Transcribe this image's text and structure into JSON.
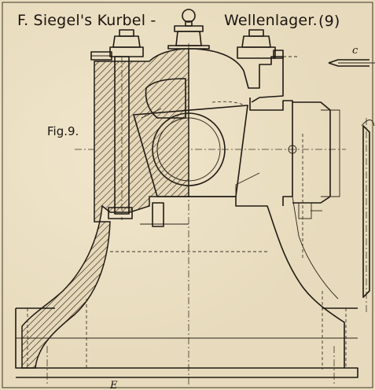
{
  "drawing": {
    "title_left": "F. Siegel's Kurbel -",
    "title_right": "Wellenlager.",
    "plate_number": "(9)",
    "figure_label": "Fig.9.",
    "side_letter": "c",
    "bottom_letter": "E"
  },
  "colors": {
    "paper": "#e8dbbd",
    "ink": "#1f1a14"
  }
}
